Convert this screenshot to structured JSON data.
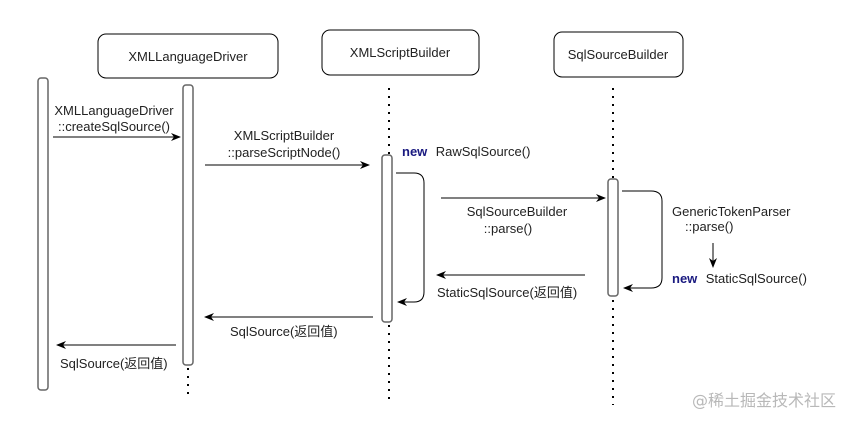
{
  "participants": [
    {
      "name": "XMLLanguageDriver"
    },
    {
      "name": "XMLScriptBuilder"
    },
    {
      "name": "SqlSourceBuilder"
    }
  ],
  "messages": {
    "m1": [
      "XMLLanguageDriver",
      "::createSqlSource()"
    ],
    "m2": [
      "XMLScriptBuilder",
      "::parseScriptNode()"
    ],
    "m3_kw": "new",
    "m3_rest": "RawSqlSource()",
    "m4": [
      "SqlSourceBuilder",
      "::parse()"
    ],
    "m5": [
      "GenericTokenParser",
      "::parse()"
    ],
    "m6_kw": "new",
    "m6_rest": "StaticSqlSource()",
    "r1": "StaticSqlSource(返回值)",
    "r2": "SqlSource(返回值)",
    "r3": "SqlSource(返回值)"
  },
  "watermark": "@稀土掘金技术社区"
}
